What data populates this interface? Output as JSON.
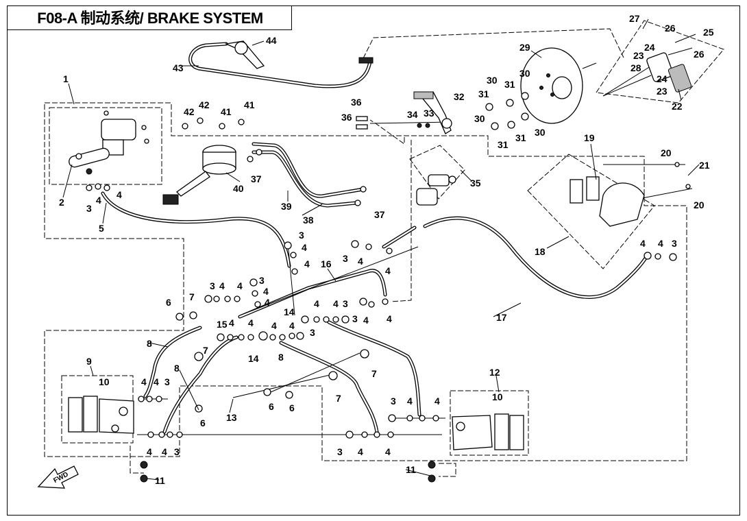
{
  "title": "F08-A 制动系统/ BRAKE SYSTEM",
  "fwd_label": "FWD",
  "callouts": [
    {
      "n": "1"
    },
    {
      "n": "2"
    },
    {
      "n": "3"
    },
    {
      "n": "4"
    },
    {
      "n": "4"
    },
    {
      "n": "5"
    },
    {
      "n": "3"
    },
    {
      "n": "4"
    },
    {
      "n": "4"
    },
    {
      "n": "16"
    },
    {
      "n": "3"
    },
    {
      "n": "4"
    },
    {
      "n": "4"
    },
    {
      "n": "6"
    },
    {
      "n": "7"
    },
    {
      "n": "3"
    },
    {
      "n": "4"
    },
    {
      "n": "4"
    },
    {
      "n": "3"
    },
    {
      "n": "4"
    },
    {
      "n": "4"
    },
    {
      "n": "14"
    },
    {
      "n": "4"
    },
    {
      "n": "4"
    },
    {
      "n": "3"
    },
    {
      "n": "3"
    },
    {
      "n": "4"
    },
    {
      "n": "4"
    },
    {
      "n": "15"
    },
    {
      "n": "4"
    },
    {
      "n": "4"
    },
    {
      "n": "4"
    },
    {
      "n": "4"
    },
    {
      "n": "3"
    },
    {
      "n": "14"
    },
    {
      "n": "8"
    },
    {
      "n": "7"
    },
    {
      "n": "8"
    },
    {
      "n": "8"
    },
    {
      "n": "7"
    },
    {
      "n": "7"
    },
    {
      "n": "9"
    },
    {
      "n": "10"
    },
    {
      "n": "4"
    },
    {
      "n": "4"
    },
    {
      "n": "3"
    },
    {
      "n": "6"
    },
    {
      "n": "13"
    },
    {
      "n": "6"
    },
    {
      "n": "6"
    },
    {
      "n": "4"
    },
    {
      "n": "4"
    },
    {
      "n": "3"
    },
    {
      "n": "11"
    },
    {
      "n": "12"
    },
    {
      "n": "10"
    },
    {
      "n": "3"
    },
    {
      "n": "4"
    },
    {
      "n": "4"
    },
    {
      "n": "3"
    },
    {
      "n": "4"
    },
    {
      "n": "4"
    },
    {
      "n": "11"
    },
    {
      "n": "17"
    },
    {
      "n": "18"
    },
    {
      "n": "19"
    },
    {
      "n": "20"
    },
    {
      "n": "21"
    },
    {
      "n": "20"
    },
    {
      "n": "4"
    },
    {
      "n": "4"
    },
    {
      "n": "3"
    },
    {
      "n": "35"
    },
    {
      "n": "37"
    },
    {
      "n": "38"
    },
    {
      "n": "37"
    },
    {
      "n": "39"
    },
    {
      "n": "40"
    },
    {
      "n": "42"
    },
    {
      "n": "42"
    },
    {
      "n": "41"
    },
    {
      "n": "41"
    },
    {
      "n": "36"
    },
    {
      "n": "36"
    },
    {
      "n": "34"
    },
    {
      "n": "33"
    },
    {
      "n": "32"
    },
    {
      "n": "43"
    },
    {
      "n": "44"
    },
    {
      "n": "29"
    },
    {
      "n": "30"
    },
    {
      "n": "31"
    },
    {
      "n": "31"
    },
    {
      "n": "30"
    },
    {
      "n": "30"
    },
    {
      "n": "30"
    },
    {
      "n": "31"
    },
    {
      "n": "31"
    },
    {
      "n": "27"
    },
    {
      "n": "26"
    },
    {
      "n": "25"
    },
    {
      "n": "24"
    },
    {
      "n": "23"
    },
    {
      "n": "26"
    },
    {
      "n": "28"
    },
    {
      "n": "24"
    },
    {
      "n": "23"
    },
    {
      "n": "22"
    }
  ]
}
